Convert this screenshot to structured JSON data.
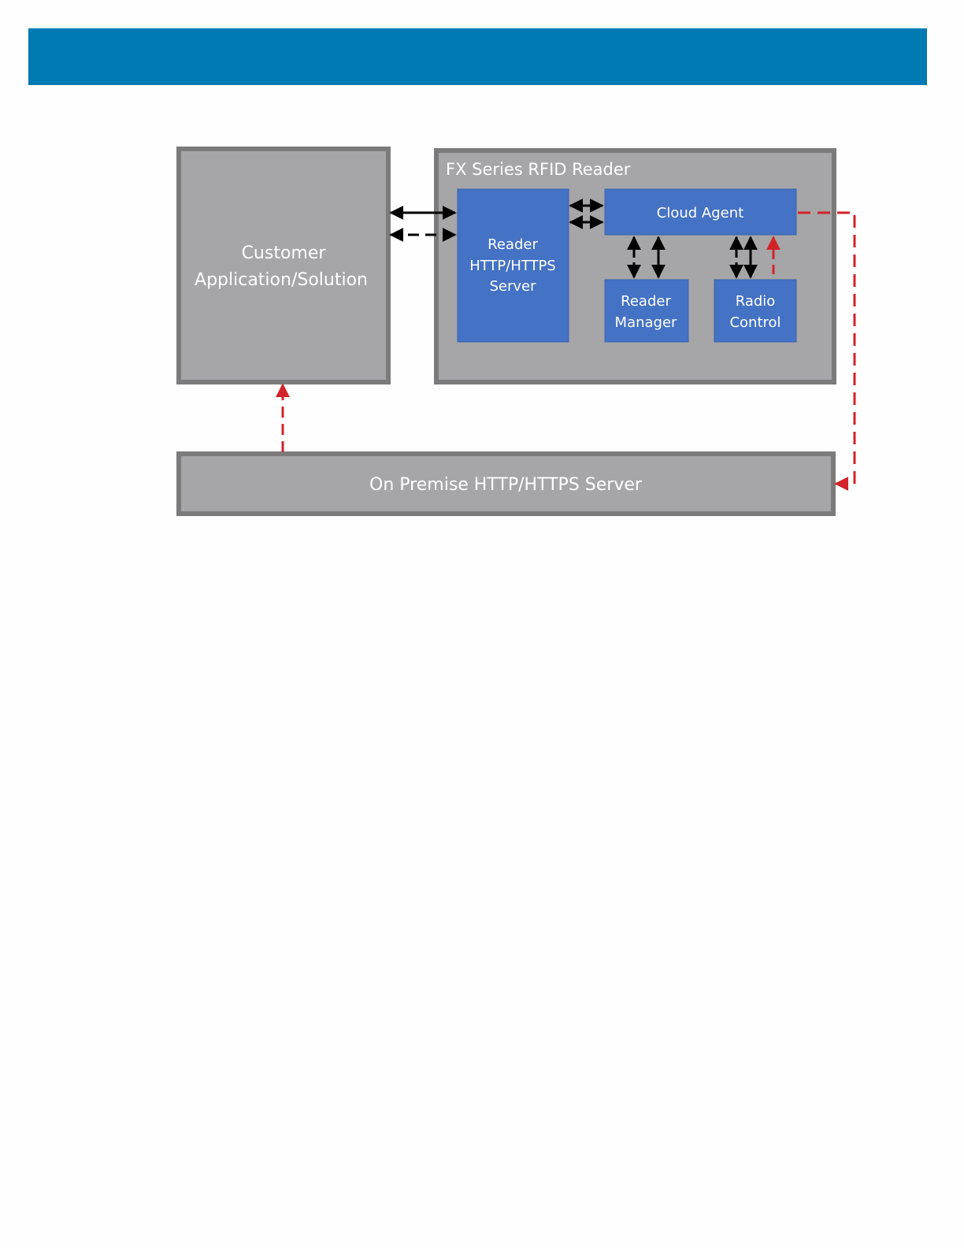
{
  "diagram": {
    "customer_app": {
      "line1": "Customer",
      "line2": "Application/Solution"
    },
    "reader": {
      "title": "FX Series RFID Reader",
      "http_server": {
        "line1": "Reader",
        "line2": "HTTP/HTTPS",
        "line3": "Server"
      },
      "cloud_agent": "Cloud Agent",
      "reader_manager": {
        "line1": "Reader",
        "line2": "Manager"
      },
      "radio_control": {
        "line1": "Radio",
        "line2": "Control"
      }
    },
    "on_premise_server": "On Premise HTTP/HTTPS Server"
  },
  "colors": {
    "header_band": "#007ab3",
    "gray_box": "#a6a6a8",
    "gray_border": "#7b7b7b",
    "blue_box": "#4472c4",
    "red_arrow": "#d2232a",
    "black_arrow": "#000000"
  }
}
